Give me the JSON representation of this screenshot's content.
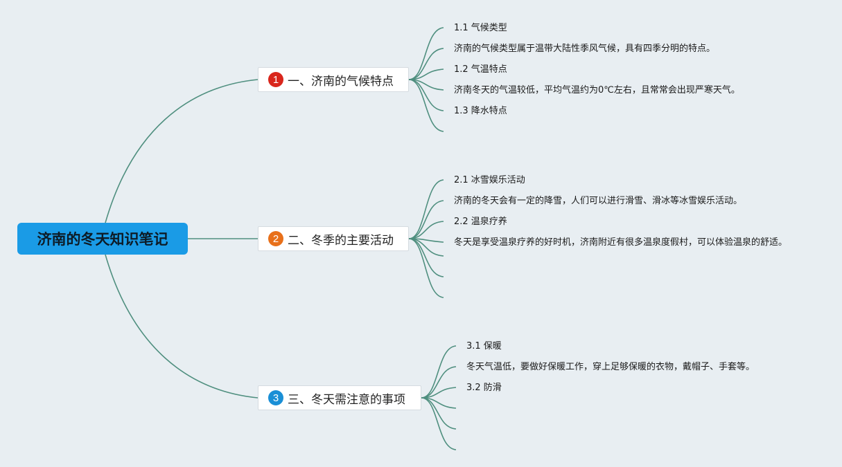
{
  "colors": {
    "background": "#e8eef2",
    "root_fill": "#1a9be6",
    "connector": "#4f8f7f",
    "badge_1": "#d9261c",
    "badge_2": "#e8701a",
    "badge_3": "#1a8fd6"
  },
  "root": {
    "title": "济南的冬天知识笔记"
  },
  "branches": [
    {
      "number": "1",
      "title": "一、济南的气候特点",
      "items": [
        "1.1 气候类型",
        "济南的气候类型属于温带大陆性季风气候，具有四季分明的特点。",
        "1.2 气温特点",
        "济南冬天的气温较低，平均气温约为0℃左右，且常常会出现严寒天气。",
        "1.3 降水特点"
      ]
    },
    {
      "number": "2",
      "title": "二、冬季的主要活动",
      "items": [
        "2.1 冰雪娱乐活动",
        "济南的冬天会有一定的降雪，人们可以进行滑雪、滑冰等冰雪娱乐活动。",
        "2.2 温泉疗养",
        "冬天是享受温泉疗养的好时机，济南附近有很多温泉度假村，可以体验温泉的舒适。"
      ]
    },
    {
      "number": "3",
      "title": "三、冬天需注意的事项",
      "items": [
        "3.1 保暖",
        "冬天气温低，要做好保暖工作，穿上足够保暖的衣物，戴帽子、手套等。",
        "3.2 防滑"
      ]
    }
  ]
}
